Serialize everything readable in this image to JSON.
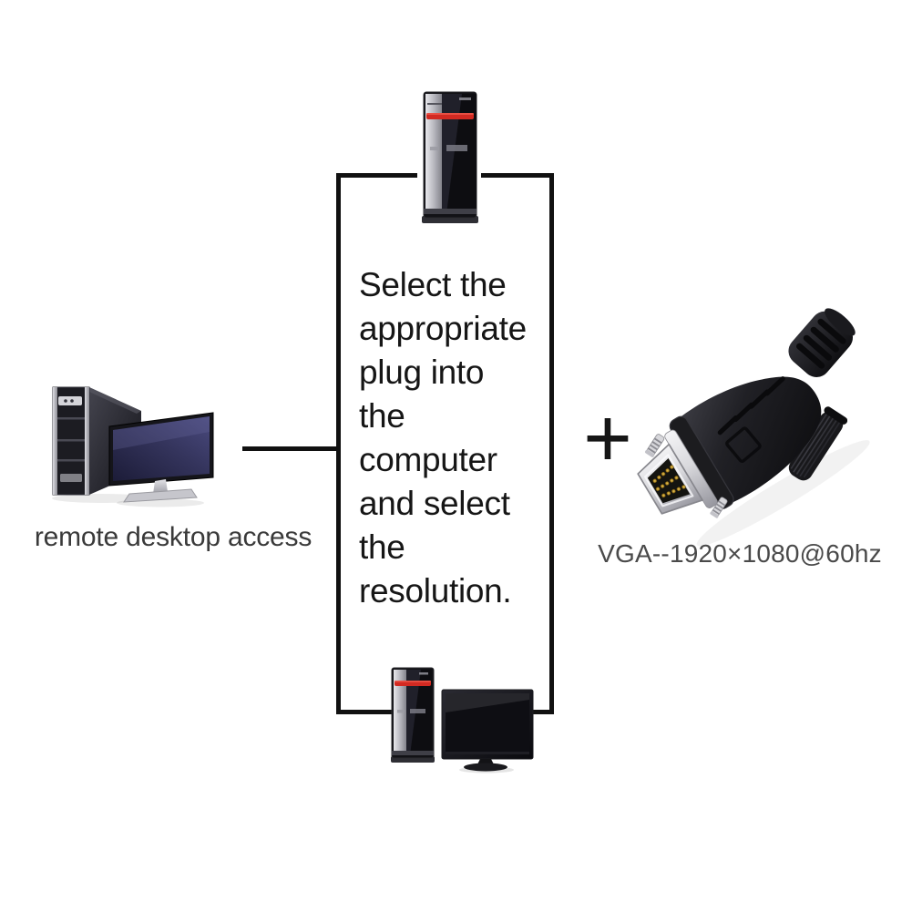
{
  "page": {
    "background_color": "#ffffff"
  },
  "flow": {
    "source": {
      "caption": "remote desktop access"
    },
    "instruction_box": {
      "full_text": "Select the appropriate plug into the computer and select the resolution.",
      "lines": [
        "Select the",
        "appropriate",
        "plug into",
        "the",
        "computer",
        "and select",
        "the",
        "resolution."
      ]
    },
    "operator": "+",
    "result": {
      "caption": "VGA--1920×1080@60hz"
    }
  },
  "icons": {
    "top_device": "desktop-tower",
    "source_device": "desktop-tower-with-monitor",
    "bottom_device": "desktop-tower-with-monitor",
    "adapter": "vga-male-adapter-plug"
  },
  "colors": {
    "flow_line": "#111111",
    "instruction_text": "#161616",
    "source_caption": "#3a3a3a",
    "result_caption": "#4a4a4a",
    "tower_accent_red": "#d22a22"
  }
}
